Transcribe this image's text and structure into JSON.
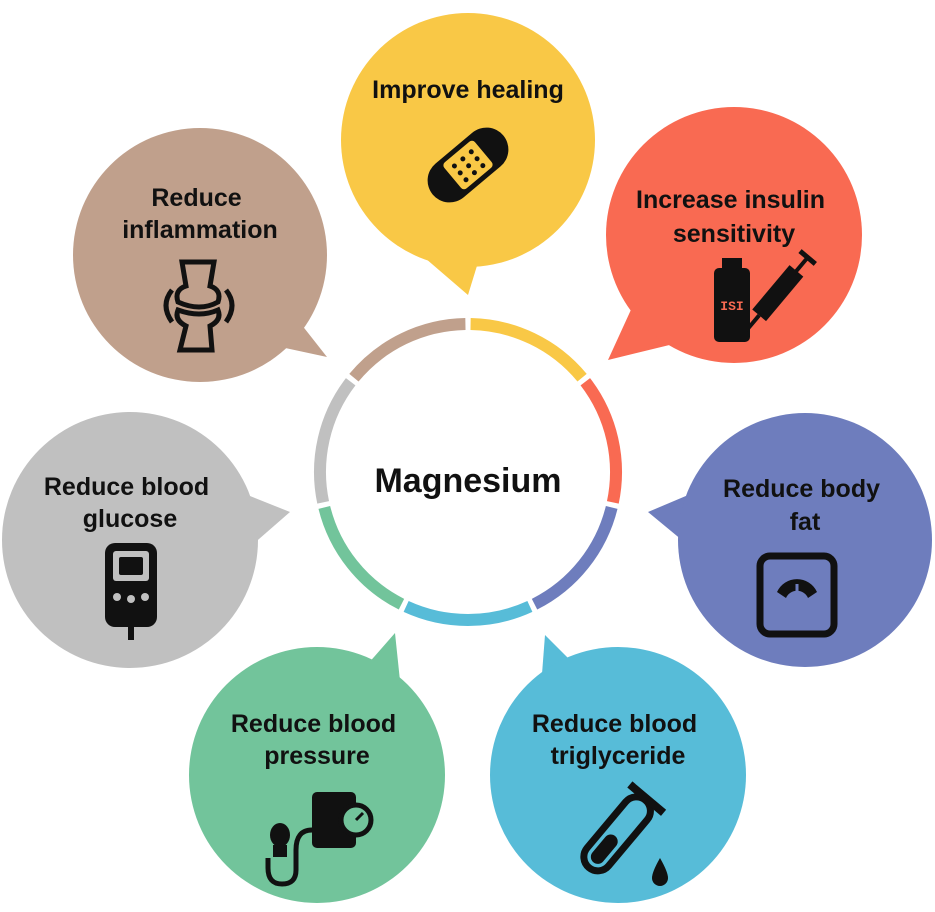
{
  "center": {
    "title": "Magnesium"
  },
  "benefits": [
    {
      "id": "healing",
      "lines": [
        "Improve healing"
      ],
      "color": "#f9c846",
      "icon": "bandage-icon"
    },
    {
      "id": "insulin",
      "lines": [
        "Increase insulin",
        "sensitivity"
      ],
      "color": "#f96a52",
      "icon": "insulin-injection-icon",
      "icon_text": "ISI"
    },
    {
      "id": "body-fat",
      "lines": [
        "Reduce body",
        "fat"
      ],
      "color": "#6e7dbd",
      "icon": "weight-scale-icon"
    },
    {
      "id": "triglyceride",
      "lines": [
        "Reduce blood",
        "triglyceride"
      ],
      "color": "#57bcd8",
      "icon": "test-tube-icon"
    },
    {
      "id": "pressure",
      "lines": [
        "Reduce blood",
        "pressure"
      ],
      "color": "#72c49b",
      "icon": "blood-pressure-monitor-icon"
    },
    {
      "id": "glucose",
      "lines": [
        "Reduce blood",
        "glucose"
      ],
      "color": "#c0c0c0",
      "icon": "glucose-meter-icon"
    },
    {
      "id": "inflammation",
      "lines": [
        "Reduce",
        "inflammation"
      ],
      "color": "#c0a08c",
      "icon": "joint-icon"
    }
  ]
}
